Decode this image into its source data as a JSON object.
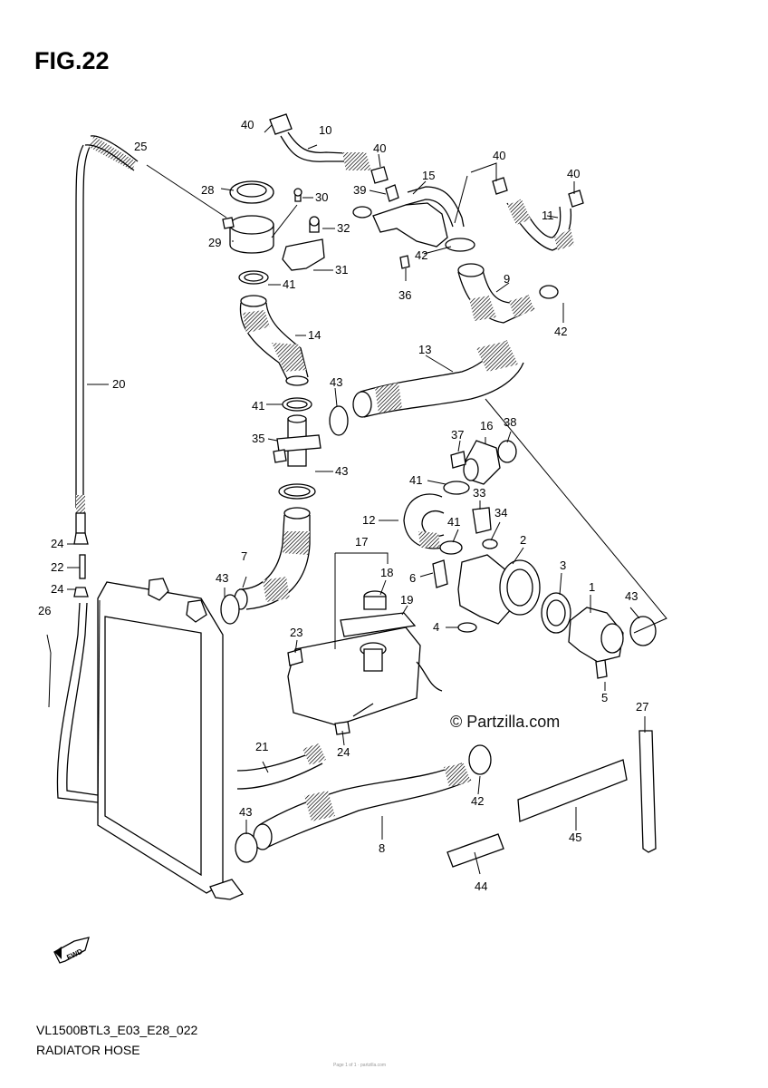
{
  "figure": {
    "title": "FIG.22",
    "model_code": "VL1500BTL3_E03_E28_022",
    "caption": "RADIATOR HOSE",
    "watermark": "© Partzilla.com",
    "footer_note": "Page 1 of 1 · partzilla.com",
    "direction_label": "FWD"
  },
  "callouts": [
    {
      "id": "1",
      "name": "callout-1"
    },
    {
      "id": "2",
      "name": "callout-2"
    },
    {
      "id": "3",
      "name": "callout-3"
    },
    {
      "id": "4",
      "name": "callout-4"
    },
    {
      "id": "5",
      "name": "callout-5"
    },
    {
      "id": "6",
      "name": "callout-6"
    },
    {
      "id": "7",
      "name": "callout-7"
    },
    {
      "id": "8",
      "name": "callout-8"
    },
    {
      "id": "9",
      "name": "callout-9"
    },
    {
      "id": "10",
      "name": "callout-10"
    },
    {
      "id": "11",
      "name": "callout-11"
    },
    {
      "id": "12",
      "name": "callout-12"
    },
    {
      "id": "13",
      "name": "callout-13"
    },
    {
      "id": "14",
      "name": "callout-14"
    },
    {
      "id": "15",
      "name": "callout-15"
    },
    {
      "id": "16",
      "name": "callout-16"
    },
    {
      "id": "17",
      "name": "callout-17"
    },
    {
      "id": "18",
      "name": "callout-18"
    },
    {
      "id": "19",
      "name": "callout-19"
    },
    {
      "id": "20",
      "name": "callout-20"
    },
    {
      "id": "21",
      "name": "callout-21"
    },
    {
      "id": "22",
      "name": "callout-22"
    },
    {
      "id": "23",
      "name": "callout-23"
    },
    {
      "id": "24",
      "name": "callout-24-upper"
    },
    {
      "id": "24",
      "name": "callout-24-middle"
    },
    {
      "id": "24",
      "name": "callout-24-lower"
    },
    {
      "id": "25",
      "name": "callout-25"
    },
    {
      "id": "26",
      "name": "callout-26"
    },
    {
      "id": "27",
      "name": "callout-27"
    },
    {
      "id": "28",
      "name": "callout-28"
    },
    {
      "id": "29",
      "name": "callout-29"
    },
    {
      "id": "30",
      "name": "callout-30"
    },
    {
      "id": "31",
      "name": "callout-31"
    },
    {
      "id": "32",
      "name": "callout-32"
    },
    {
      "id": "33",
      "name": "callout-33"
    },
    {
      "id": "34",
      "name": "callout-34"
    },
    {
      "id": "35",
      "name": "callout-35"
    },
    {
      "id": "36",
      "name": "callout-36"
    },
    {
      "id": "37",
      "name": "callout-37"
    },
    {
      "id": "38",
      "name": "callout-38"
    },
    {
      "id": "39",
      "name": "callout-39"
    },
    {
      "id": "40",
      "name": "callout-40-a"
    },
    {
      "id": "40",
      "name": "callout-40-b"
    },
    {
      "id": "40",
      "name": "callout-40-c"
    },
    {
      "id": "40",
      "name": "callout-40-d"
    },
    {
      "id": "41",
      "name": "callout-41-a"
    },
    {
      "id": "41",
      "name": "callout-41-b"
    },
    {
      "id": "41",
      "name": "callout-41-c"
    },
    {
      "id": "41",
      "name": "callout-41-d"
    },
    {
      "id": "42",
      "name": "callout-42-a"
    },
    {
      "id": "42",
      "name": "callout-42-b"
    },
    {
      "id": "42",
      "name": "callout-42-c"
    },
    {
      "id": "43",
      "name": "callout-43-a"
    },
    {
      "id": "43",
      "name": "callout-43-b"
    },
    {
      "id": "43",
      "name": "callout-43-c"
    },
    {
      "id": "43",
      "name": "callout-43-d"
    },
    {
      "id": "43",
      "name": "callout-43-e"
    },
    {
      "id": "44",
      "name": "callout-44"
    },
    {
      "id": "45",
      "name": "callout-45"
    }
  ]
}
